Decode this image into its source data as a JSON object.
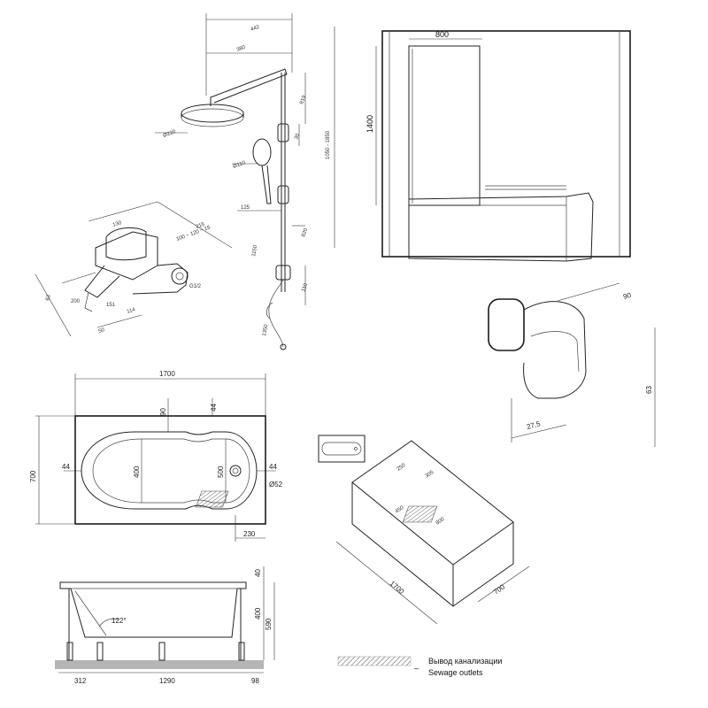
{
  "shower_system": {
    "dims": [
      "442",
      "380",
      "819",
      "1050 - 1850",
      "Ø220",
      "30",
      "Ø110",
      "125",
      "820",
      "1150",
      "110",
      "1350"
    ]
  },
  "mixer": {
    "dims": [
      "130",
      "215",
      "100 ~ 120 ~ 15",
      "G1/2",
      "63",
      "200",
      "151",
      "50",
      "114"
    ]
  },
  "screen": {
    "dims": [
      "800",
      "1400"
    ]
  },
  "tub_plan": {
    "length": "1700",
    "width": "700",
    "d90": "90",
    "d44_top": "44",
    "d400": "400",
    "d500": "500",
    "d44_left": "44",
    "d44_right": "44",
    "drain": "Ø52",
    "d230": "230"
  },
  "headrest": {
    "d90": "90",
    "d63": "63",
    "d27_5": "27.5"
  },
  "tub_side": {
    "d40": "40",
    "d400": "400",
    "d590": "590",
    "angle": "122°",
    "d312": "312",
    "d1290": "1290",
    "d98": "98"
  },
  "box_3d": {
    "d1700": "1700",
    "d700": "700",
    "d250": "250",
    "d305": "305",
    "d450": "450",
    "d800": "800"
  },
  "legend": {
    "dash": "–",
    "label_ru": "Вывод канализации",
    "label_en": "Sewage outlets"
  }
}
